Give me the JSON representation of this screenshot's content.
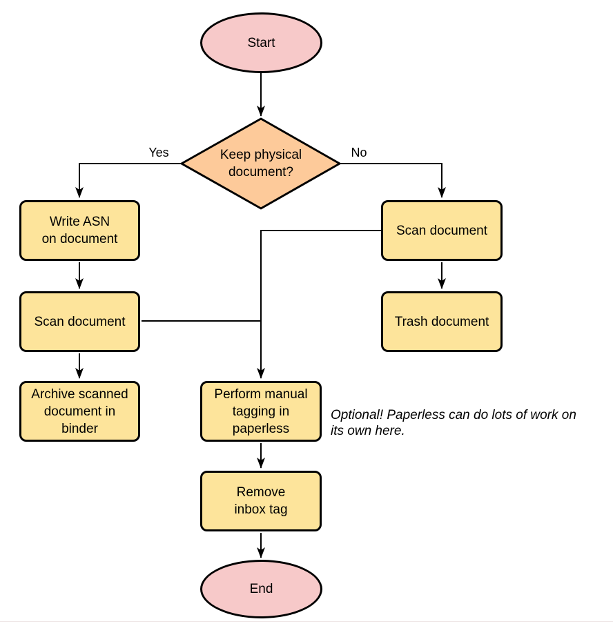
{
  "flowchart": {
    "nodes": {
      "start": "Start",
      "decision": "Keep physical\ndocument?",
      "write_asn": "Write ASN\non document",
      "scan_left": "Scan document",
      "archive": "Archive scanned\ndocument in\nbinder",
      "scan_right": "Scan document",
      "trash": "Trash document",
      "tagging": "Perform manual\ntagging in\npaperless",
      "remove_inbox": "Remove\ninbox tag",
      "end": "End"
    },
    "edge_labels": {
      "yes": "Yes",
      "no": "No"
    },
    "annotation": "Optional! Paperless can do lots of work on\nits own here.",
    "colors": {
      "terminal_fill": "#f7c9c9",
      "process_fill": "#fde49b",
      "decision_fill": "#fdca9a",
      "stroke": "#000000"
    }
  }
}
